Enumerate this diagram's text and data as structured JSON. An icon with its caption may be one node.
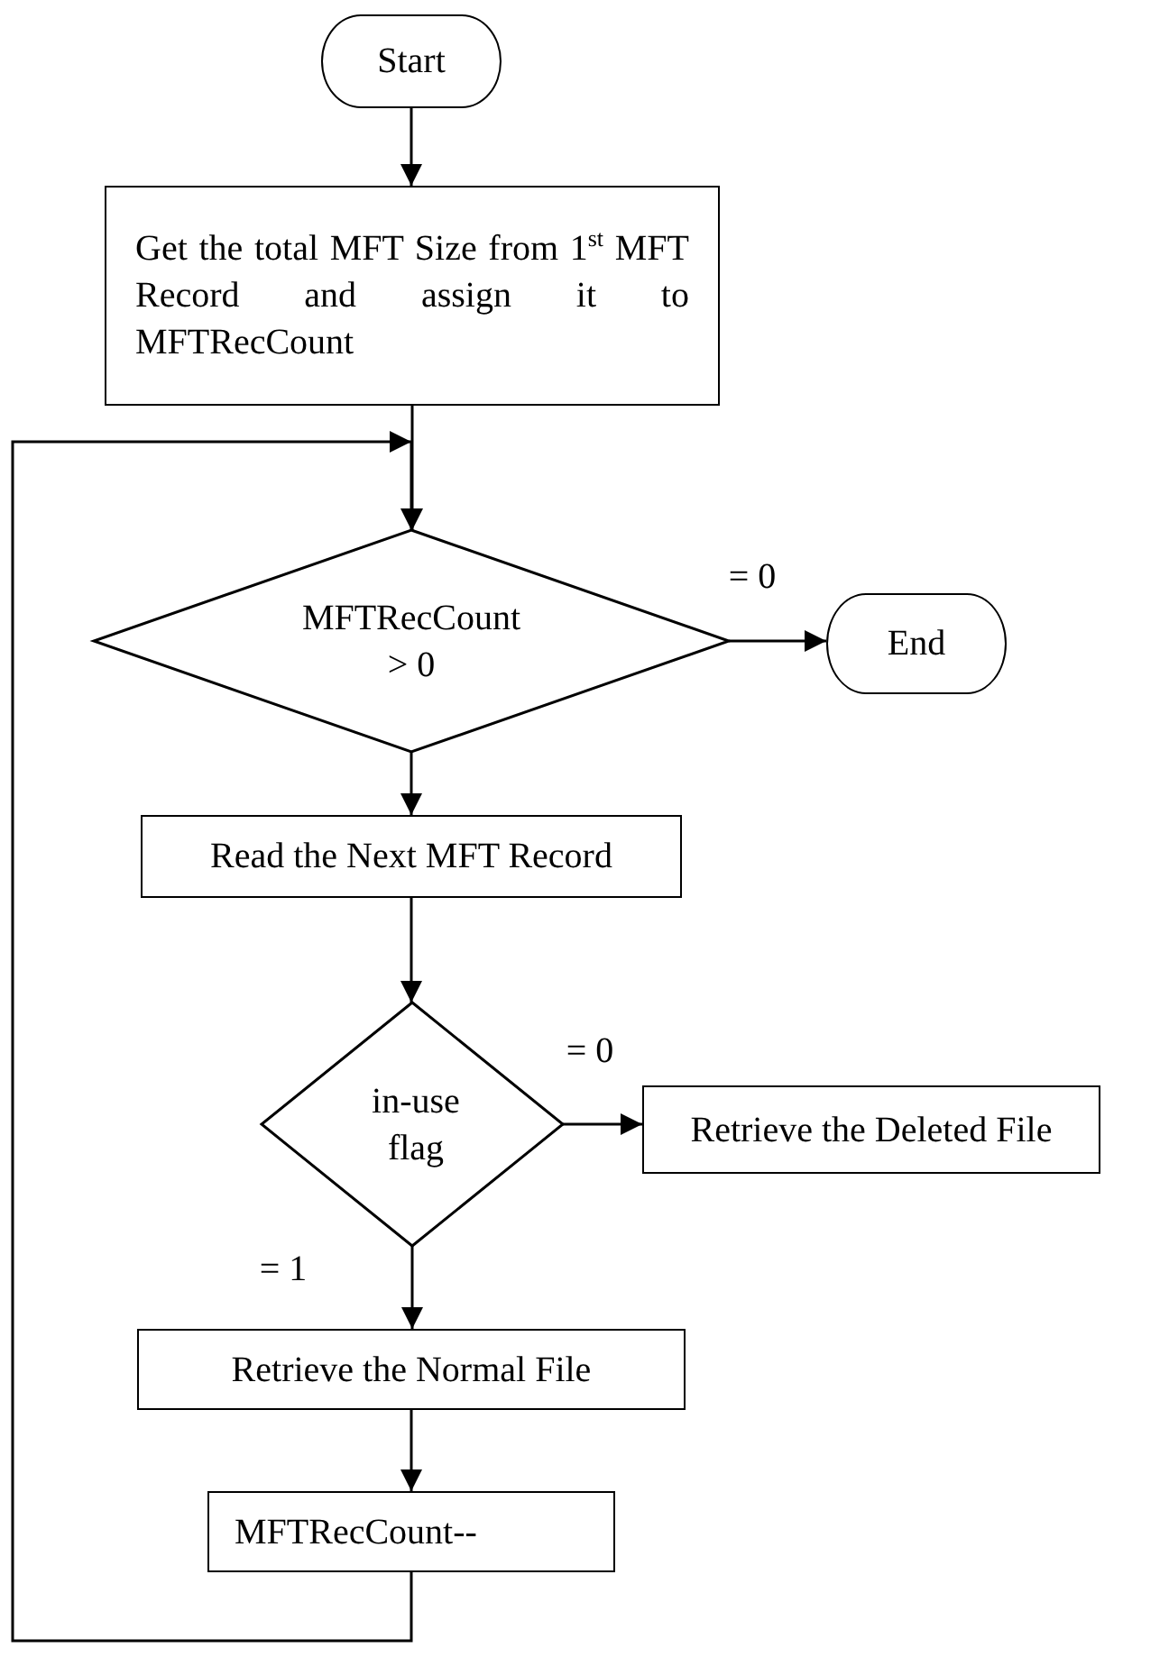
{
  "diagram": {
    "nodes": [
      {
        "text": [
          "Start"
        ]
      },
      {
        "text": [
          "Get the total MFT Size from 1$^{st}$ MFT Record and assign it to MFTRecCount"
        ]
      },
      {
        "text": [
          "MFTRecCount > 0"
        ]
      },
      {
        "text": [
          "End"
        ]
      },
      {
        "text": [
          "Read the Next MFT Record"
        ]
      },
      {
        "text": [
          "in-use flag"
        ]
      },
      {
        "text": [
          "Retrieve the Deleted File"
        ]
      },
      {
        "text": [
          "Retrieve the Normal File"
        ]
      },
      {
        "text": [
          "MFTRecCount--"
        ]
      }
    ],
    "edges": [
      {
        "from": 0,
        "to": 1,
        "arrow": "to"
      },
      {
        "from": 1,
        "to": 2,
        "arrow": "to"
      },
      {
        "from": 2,
        "to": 3,
        "arrow": "to",
        "label": "= 0"
      },
      {
        "from": 2,
        "to": 4,
        "arrow": "to"
      },
      {
        "from": 4,
        "to": 5,
        "arrow": "to"
      },
      {
        "from": 5,
        "to": 6,
        "arrow": "to",
        "label": "= 0"
      },
      {
        "from": 5,
        "to": 7,
        "arrow": "to",
        "label": "= 1"
      },
      {
        "from": 7,
        "to": 8,
        "arrow": "to"
      },
      {
        "from": 8,
        "to": 2,
        "arrow": "to"
      }
    ]
  }
}
